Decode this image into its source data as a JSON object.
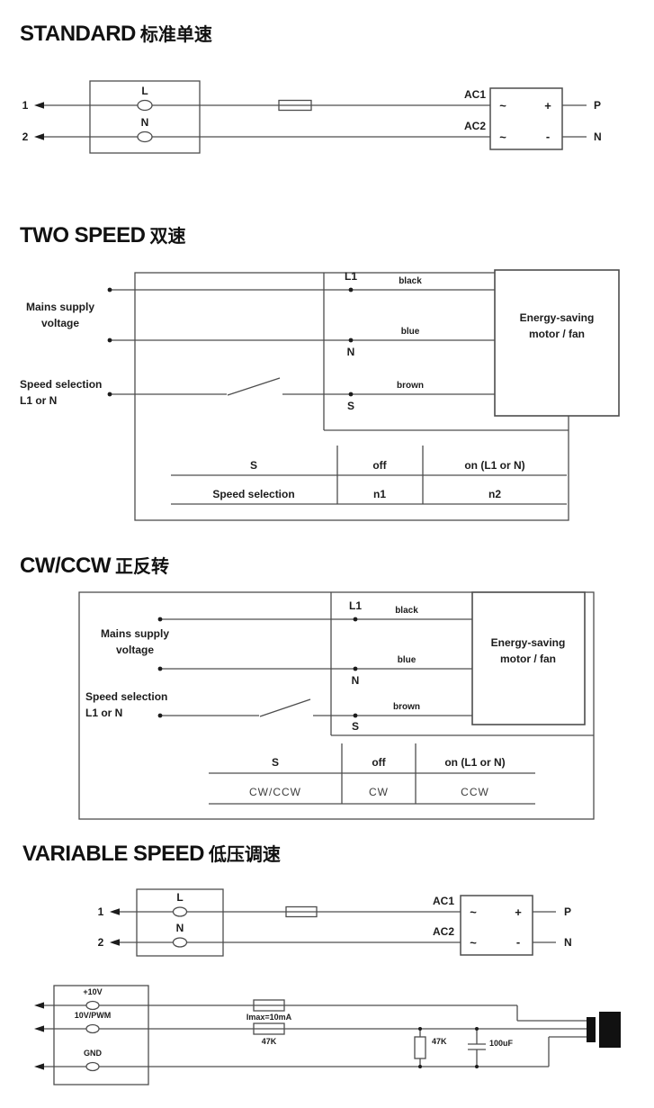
{
  "standard": {
    "title_en": "STANDARD",
    "title_zh": "标准单速",
    "diagram": {
      "terminal_l": "L",
      "terminal_n": "N",
      "line1": "1",
      "line2": "2",
      "ac1": "AC1",
      "ac2": "AC2",
      "sine1": "~",
      "sine2": "~",
      "plus": "+",
      "minus": "-",
      "out_p": "P",
      "out_n": "N"
    }
  },
  "two_speed": {
    "title_en": "TWO SPEED",
    "title_zh": "双速",
    "diagram": {
      "mains_1": "Mains supply",
      "mains_2": "voltage",
      "speed_1": "Speed selection",
      "speed_2": "L1 or N",
      "term_l1": "L1",
      "term_n": "N",
      "term_s": "S",
      "wire_black": "black",
      "wire_blue": "blue",
      "wire_brown": "brown",
      "motor_1": "Energy-saving",
      "motor_2": "motor / fan"
    },
    "table": {
      "header": [
        "S",
        "off",
        "on (L1 or N)"
      ],
      "row": [
        "Speed selection",
        "n1",
        "n2"
      ]
    }
  },
  "cw_ccw": {
    "title_en": "CW/CCW",
    "title_zh": "正反转",
    "diagram": {
      "mains_1": "Mains supply",
      "mains_2": "voltage",
      "speed_1": "Speed selection",
      "speed_2": "L1 or N",
      "term_l1": "L1",
      "term_n": "N",
      "term_s": "S",
      "wire_black": "black",
      "wire_blue": "blue",
      "wire_brown": "brown",
      "motor_1": "Energy-saving",
      "motor_2": "motor / fan"
    },
    "table": {
      "header": [
        "S",
        "off",
        "on (L1 or N)"
      ],
      "row": [
        "CW/CCW",
        "CW",
        "CCW"
      ]
    }
  },
  "variable_speed": {
    "title_en": "VARIABLE SPEED",
    "title_zh": "低压调速",
    "diagram": {
      "terminal_l": "L",
      "terminal_n": "N",
      "line1": "1",
      "line2": "2",
      "ac1": "AC1",
      "ac2": "AC2",
      "sine1": "~",
      "sine2": "~",
      "plus": "+",
      "minus": "-",
      "out_p": "P",
      "out_n": "N"
    },
    "low_voltage": {
      "term_10v": "+10V",
      "term_pwm": "10V/PWM",
      "term_gnd": "GND",
      "imax_label": "Imax=10mA",
      "r_series": "47K",
      "r_shunt": "47K",
      "cap": "100uF"
    }
  }
}
